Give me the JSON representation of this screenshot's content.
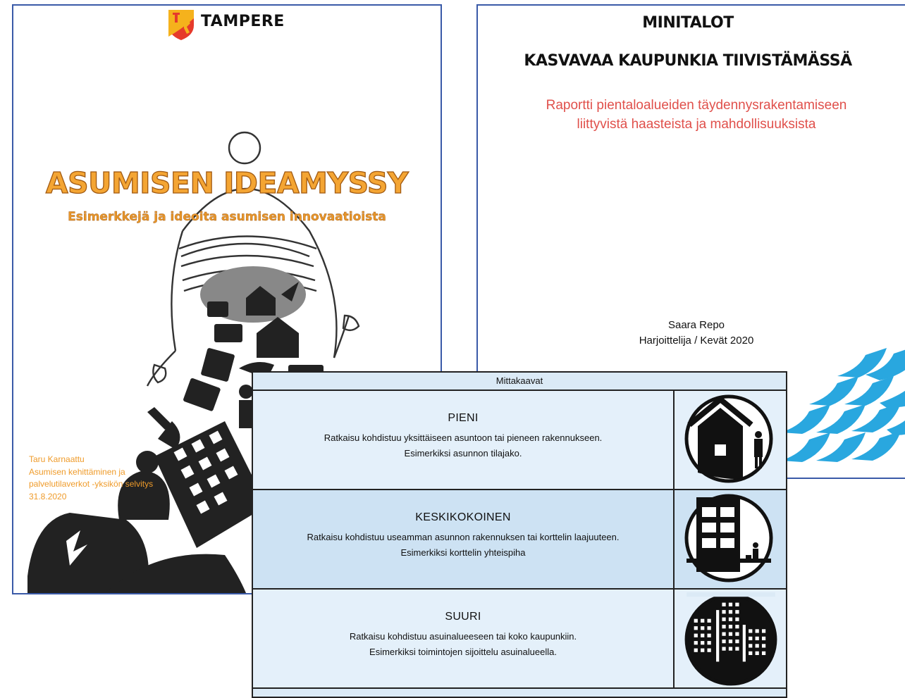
{
  "doc1": {
    "brand": "TAMPERE",
    "title": "ASUMISEN IDEAMYSSY",
    "subtitle": "Esimerkkejä ja ideoita asumisen innovaatioista",
    "author_lines": [
      "Taru Karnaattu",
      "Asumisen kehittäminen ja",
      "palvelutilaverkot -yksikön selvitys",
      "31.8.2020"
    ],
    "colors": {
      "title": "#f4a533",
      "author": "#ef9b2a"
    },
    "icons": [
      "tampere-crest-icon",
      "beanie-illustration-icon"
    ]
  },
  "doc2": {
    "title1": "MINITALOT",
    "title2": "KASVAVAA KAUPUNKIA TIIVISTÄMÄSSÄ",
    "subtitle_lines": [
      "Raportti pientaloalueiden täydennysrakentamiseen",
      "liittyvistä haasteista ja mahdollisuuksista"
    ],
    "author_name": "Saara Repo",
    "author_role": "Harjoittelija / Kevät 2020",
    "colors": {
      "subtitle": "#e0504b",
      "waves": "#29a7df"
    },
    "icons": [
      "wave-pattern-icon"
    ]
  },
  "scales": {
    "header": "Mittakaavat",
    "rows": [
      {
        "title": "PIENI",
        "line1": "Ratkaisu kohdistuu yksittäiseen asuntoon tai pieneen rakennukseen.",
        "line2": "Esimerkiksi asunnon tilajako.",
        "icon": "small-house-icon"
      },
      {
        "title": "KESKIKOKOINEN",
        "line1": "Ratkaisu kohdistuu useamman asunnon rakennuksen tai korttelin laajuuteen.",
        "line2": "Esimerkiksi korttelin yhteispiha",
        "icon": "apartment-building-icon"
      },
      {
        "title": "SUURI",
        "line1": "Ratkaisu kohdistuu asuinalueeseen tai koko kaupunkiin.",
        "line2": "Esimerkiksi toimintojen sijoittelu asuinalueella.",
        "icon": "city-skyline-icon"
      }
    ]
  }
}
